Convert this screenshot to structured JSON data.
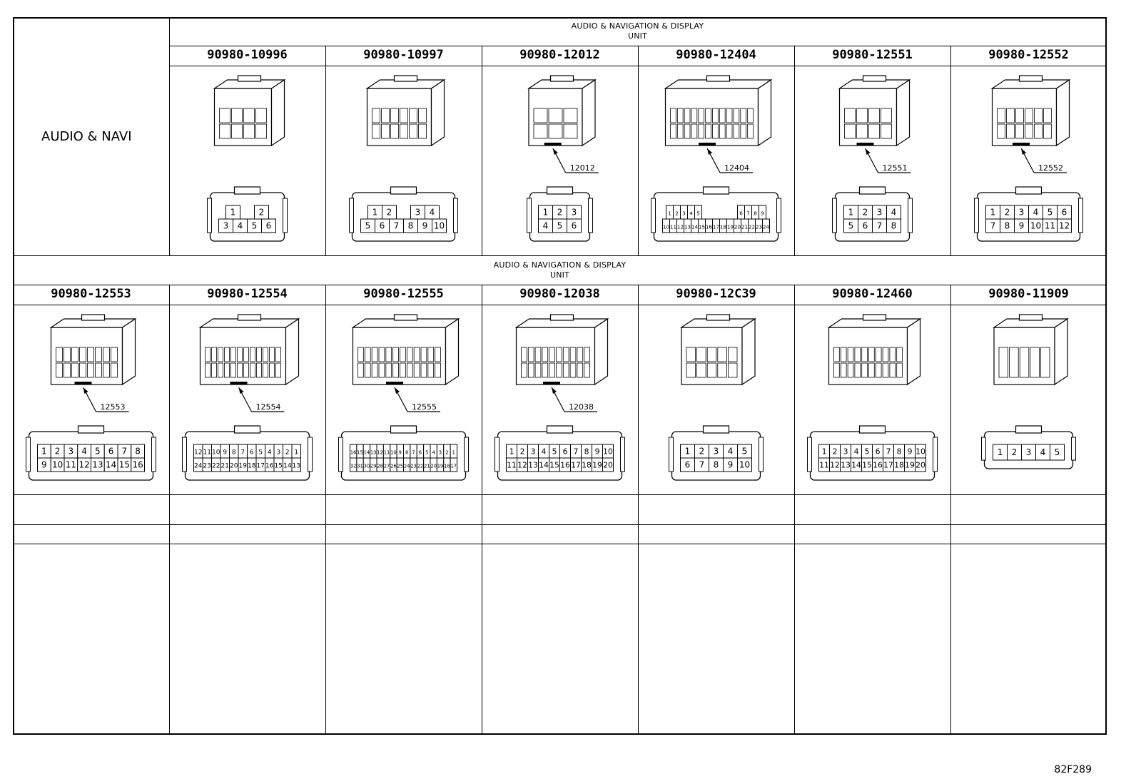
{
  "side_label": "AUDIO & NAVI",
  "figure_id": "82F289",
  "section_caption_line1": "AUDIO & NAVIGATION & DISPLAY",
  "section_caption_line2": "UNIT",
  "row1": [
    {
      "part": "90980-10996",
      "callout": "",
      "pins": [
        [
          "1",
          "",
          "2"
        ],
        [
          "3",
          "4",
          "5",
          "6"
        ]
      ]
    },
    {
      "part": "90980-10997",
      "callout": "",
      "pins": [
        [
          "1",
          "2",
          "",
          "3",
          "4"
        ],
        [
          "5",
          "6",
          "7",
          "8",
          "9",
          "10"
        ]
      ]
    },
    {
      "part": "90980-12012",
      "callout": "12012",
      "pins": [
        [
          "1",
          "2",
          "3"
        ],
        [
          "4",
          "5",
          "6"
        ]
      ]
    },
    {
      "part": "90980-12404",
      "callout": "12404",
      "pins": [
        [
          "1",
          "2",
          "3",
          "4",
          "5",
          "",
          "",
          "",
          "",
          "",
          "6",
          "7",
          "8",
          "9"
        ],
        [
          "10",
          "11",
          "12",
          "13",
          "14",
          "15",
          "16",
          "17",
          "18",
          "19",
          "20",
          "21",
          "22",
          "23",
          "24"
        ]
      ]
    },
    {
      "part": "90980-12551",
      "callout": "12551",
      "pins": [
        [
          "1",
          "2",
          "3",
          "4"
        ],
        [
          "5",
          "6",
          "7",
          "8"
        ]
      ]
    },
    {
      "part": "90980-12552",
      "callout": "12552",
      "pins": [
        [
          "1",
          "2",
          "3",
          "4",
          "5",
          "6"
        ],
        [
          "7",
          "8",
          "9",
          "10",
          "11",
          "12"
        ]
      ]
    }
  ],
  "row2": [
    {
      "part": "90980-12553",
      "callout": "12553",
      "pins": [
        [
          "1",
          "2",
          "3",
          "4",
          "5",
          "6",
          "7",
          "8"
        ],
        [
          "9",
          "10",
          "11",
          "12",
          "13",
          "14",
          "15",
          "16"
        ]
      ]
    },
    {
      "part": "90980-12554",
      "callout": "12554",
      "pins": [
        [
          "12",
          "11",
          "10",
          "9",
          "8",
          "7",
          "6",
          "5",
          "4",
          "3",
          "2",
          "1"
        ],
        [
          "24",
          "23",
          "22",
          "21",
          "20",
          "19",
          "18",
          "17",
          "16",
          "15",
          "14",
          "13"
        ]
      ]
    },
    {
      "part": "90980-12555",
      "callout": "12555",
      "pins": [
        [
          "16",
          "15",
          "14",
          "13",
          "12",
          "11",
          "10",
          "9",
          "8",
          "7",
          "6",
          "5",
          "4",
          "3",
          "2",
          "1"
        ],
        [
          "32",
          "31",
          "30",
          "29",
          "28",
          "27",
          "26",
          "25",
          "24",
          "23",
          "22",
          "21",
          "20",
          "19",
          "18",
          "17"
        ]
      ]
    },
    {
      "part": "90980-12038",
      "callout": "12038",
      "pins": [
        [
          "1",
          "2",
          "3",
          "4",
          "5",
          "6",
          "7",
          "8",
          "9",
          "10"
        ],
        [
          "11",
          "12",
          "13",
          "14",
          "15",
          "16",
          "17",
          "18",
          "19",
          "20"
        ]
      ]
    },
    {
      "part": "90980-12C39",
      "callout": "",
      "pins": [
        [
          "1",
          "2",
          "3",
          "4",
          "5"
        ],
        [
          "6",
          "7",
          "8",
          "9",
          "10"
        ]
      ]
    },
    {
      "part": "90980-12460",
      "callout": "",
      "pins": [
        [
          "1",
          "2",
          "3",
          "4",
          "5",
          "6",
          "7",
          "8",
          "9",
          "10"
        ],
        [
          "11",
          "12",
          "13",
          "14",
          "15",
          "16",
          "17",
          "18",
          "19",
          "20"
        ]
      ]
    },
    {
      "part": "90980-11909",
      "callout": "",
      "pins": [
        [
          "1",
          "2",
          "3",
          "4",
          "5"
        ]
      ]
    }
  ]
}
